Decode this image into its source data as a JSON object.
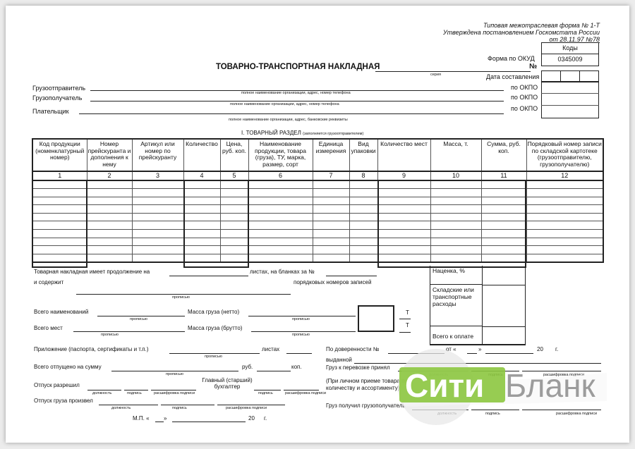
{
  "header": {
    "form_line1": "Типовая межотраслевая форма № 1-Т",
    "form_line2": "Утверждена постановлением Госкомстата России",
    "form_line3": "от 28.11.97 №78",
    "title": "ТОВАРНО-ТРАНСПОРТНАЯ НАКЛАДНАЯ",
    "number_sign": "№",
    "series": "серия",
    "codes": "Коды",
    "okud_label": "Форма по ОКУД",
    "okud_value": "0345009",
    "date_label": "Дата составления",
    "okpo": "по ОКПО"
  },
  "parties": {
    "sender": "Грузоотправитель",
    "receiver": "Грузополучатель",
    "payer": "Плательщик",
    "cap_full": "полное наименование организации, адрес, номер телефона",
    "cap_bank": "полное наименование организации, адрес, банковские реквизиты"
  },
  "section": {
    "title": "I. ТОВАРНЫЙ РАЗДЕЛ",
    "note": "(заполняется грузоотправителем)"
  },
  "table": {
    "headers": [
      "Код продукции (номенклатурный номер)",
      "Номер прейскуранта и дополнения к нему",
      "Артикул или номер по прейскуранту",
      "Количество",
      "Цена, руб. коп.",
      "Наименование продукции, товара (груза), ТУ, марка, размер, сорт",
      "Единица измерения",
      "Вид упаковки",
      "Количество мест",
      "Масса, т.",
      "Сумма, руб. коп.",
      "Порядковый номер записи по складской картотеке (грузоотправителю, грузополучателю)"
    ],
    "numbers": [
      "1",
      "2",
      "3",
      "4",
      "5",
      "6",
      "7",
      "8",
      "9",
      "10",
      "11",
      "12"
    ]
  },
  "bottom": {
    "cont1": "Товарная накладная имеет продолжение на",
    "cont2": "листах, на бланках за №",
    "contains": "и содержит",
    "records": "порядковых номеров записей",
    "propis": "прописью",
    "total_names": "Всего наименований",
    "mass_net": "Масса груза (нетто)",
    "total_places": "Всего мест",
    "mass_gross": "Масса груза (брутто)",
    "t": "Т",
    "markup": "Наценка, %",
    "warehouse": "Складские или транспортные расходы",
    "total_pay": "Всего к оплате",
    "appendix": "Приложение (паспорта, сертификаты и т.п.)",
    "sheets": "листах",
    "released_sum": "Всего отпущено на сумму",
    "rub": "руб.",
    "kop": "коп.",
    "release_allowed": "Отпуск разрешил",
    "chief_acc": "Главный (старший) бухгалтер",
    "cargo_release": "Отпуск груза произвел",
    "position": "должность",
    "signature": "подпись",
    "decoding": "расшифровка подписи",
    "mp": "М.П.",
    "quote": "«",
    "quote2": "»",
    "year20": "20",
    "g": "г.",
    "poa": "По доверенности №",
    "from": "от",
    "issued": "выданной",
    "accepted": "Груз к перевозке принял",
    "personal": "(При личном приеме товара по количеству и ассортименту)",
    "received": "Груз получил грузополучатель"
  },
  "logo": {
    "part1": "Сити",
    "part2": "Бланк"
  }
}
